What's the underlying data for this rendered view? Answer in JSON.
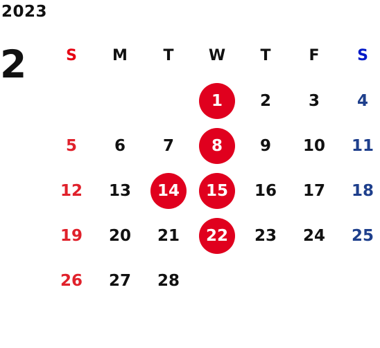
{
  "calendar": {
    "year": "2023",
    "month": "2",
    "weekdays": [
      "S",
      "M",
      "T",
      "W",
      "T",
      "F",
      "S"
    ],
    "days": [
      "",
      "",
      "",
      "1",
      "2",
      "3",
      "4",
      "5",
      "6",
      "7",
      "8",
      "9",
      "10",
      "11",
      "12",
      "13",
      "14",
      "15",
      "16",
      "17",
      "18",
      "19",
      "20",
      "21",
      "22",
      "23",
      "24",
      "25",
      "26",
      "27",
      "28",
      "",
      "",
      "",
      ""
    ],
    "highlighted_days": [
      "1",
      "8",
      "14",
      "15",
      "22"
    ],
    "colors": {
      "sunday": "#e0212b",
      "saturday": "#1e3f8c",
      "highlight_circle": "#e0001e",
      "text": "#111111"
    }
  }
}
